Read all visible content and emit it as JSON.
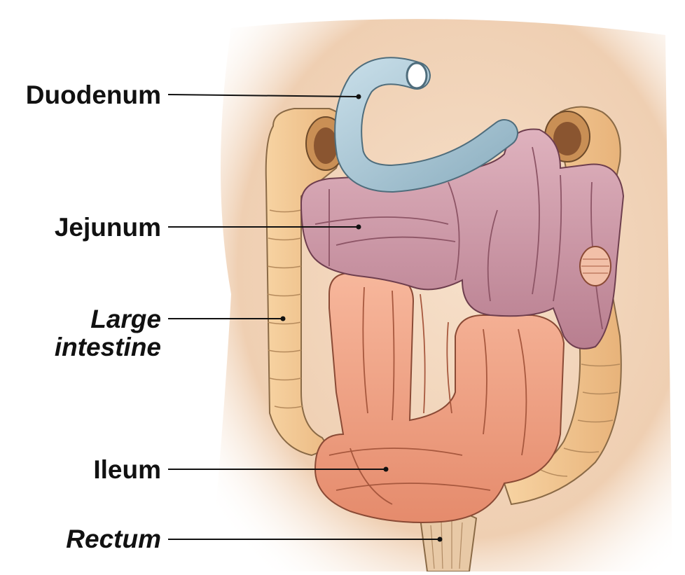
{
  "labels": {
    "duodenum": "Duodenum",
    "jejunum": "Jejunum",
    "large_intestine_line1": "Large",
    "large_intestine_line2": "intestine",
    "ileum": "Ileum",
    "rectum": "Rectum"
  },
  "colors": {
    "background": "#ffffff",
    "skin": "#f3d6bd",
    "duodenum": "#a9c7d6",
    "jejunum": "#cf9aa8",
    "ileum": "#f0a184",
    "large_intestine": "#f2c58e",
    "rectum": "#e8c9a6",
    "leader_line": "#111111"
  }
}
